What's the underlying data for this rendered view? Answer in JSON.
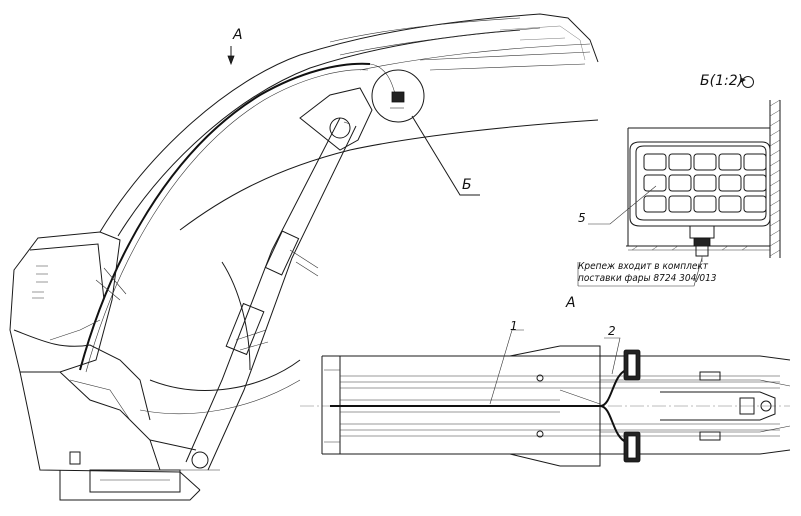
{
  "view_arrow_label": "А",
  "callout_b_label": "Б",
  "detail_b_title": "Б(1:2)",
  "detail_b_rotation_icon": "rotated-view-icon",
  "detail_b_item": "5",
  "detail_b_note_line1": "Крепеж входит в комплект",
  "detail_b_note_line2": "поставки фары 8724 304/013",
  "view_a_title": "А",
  "view_a_item1": "1",
  "view_a_item2": "2"
}
